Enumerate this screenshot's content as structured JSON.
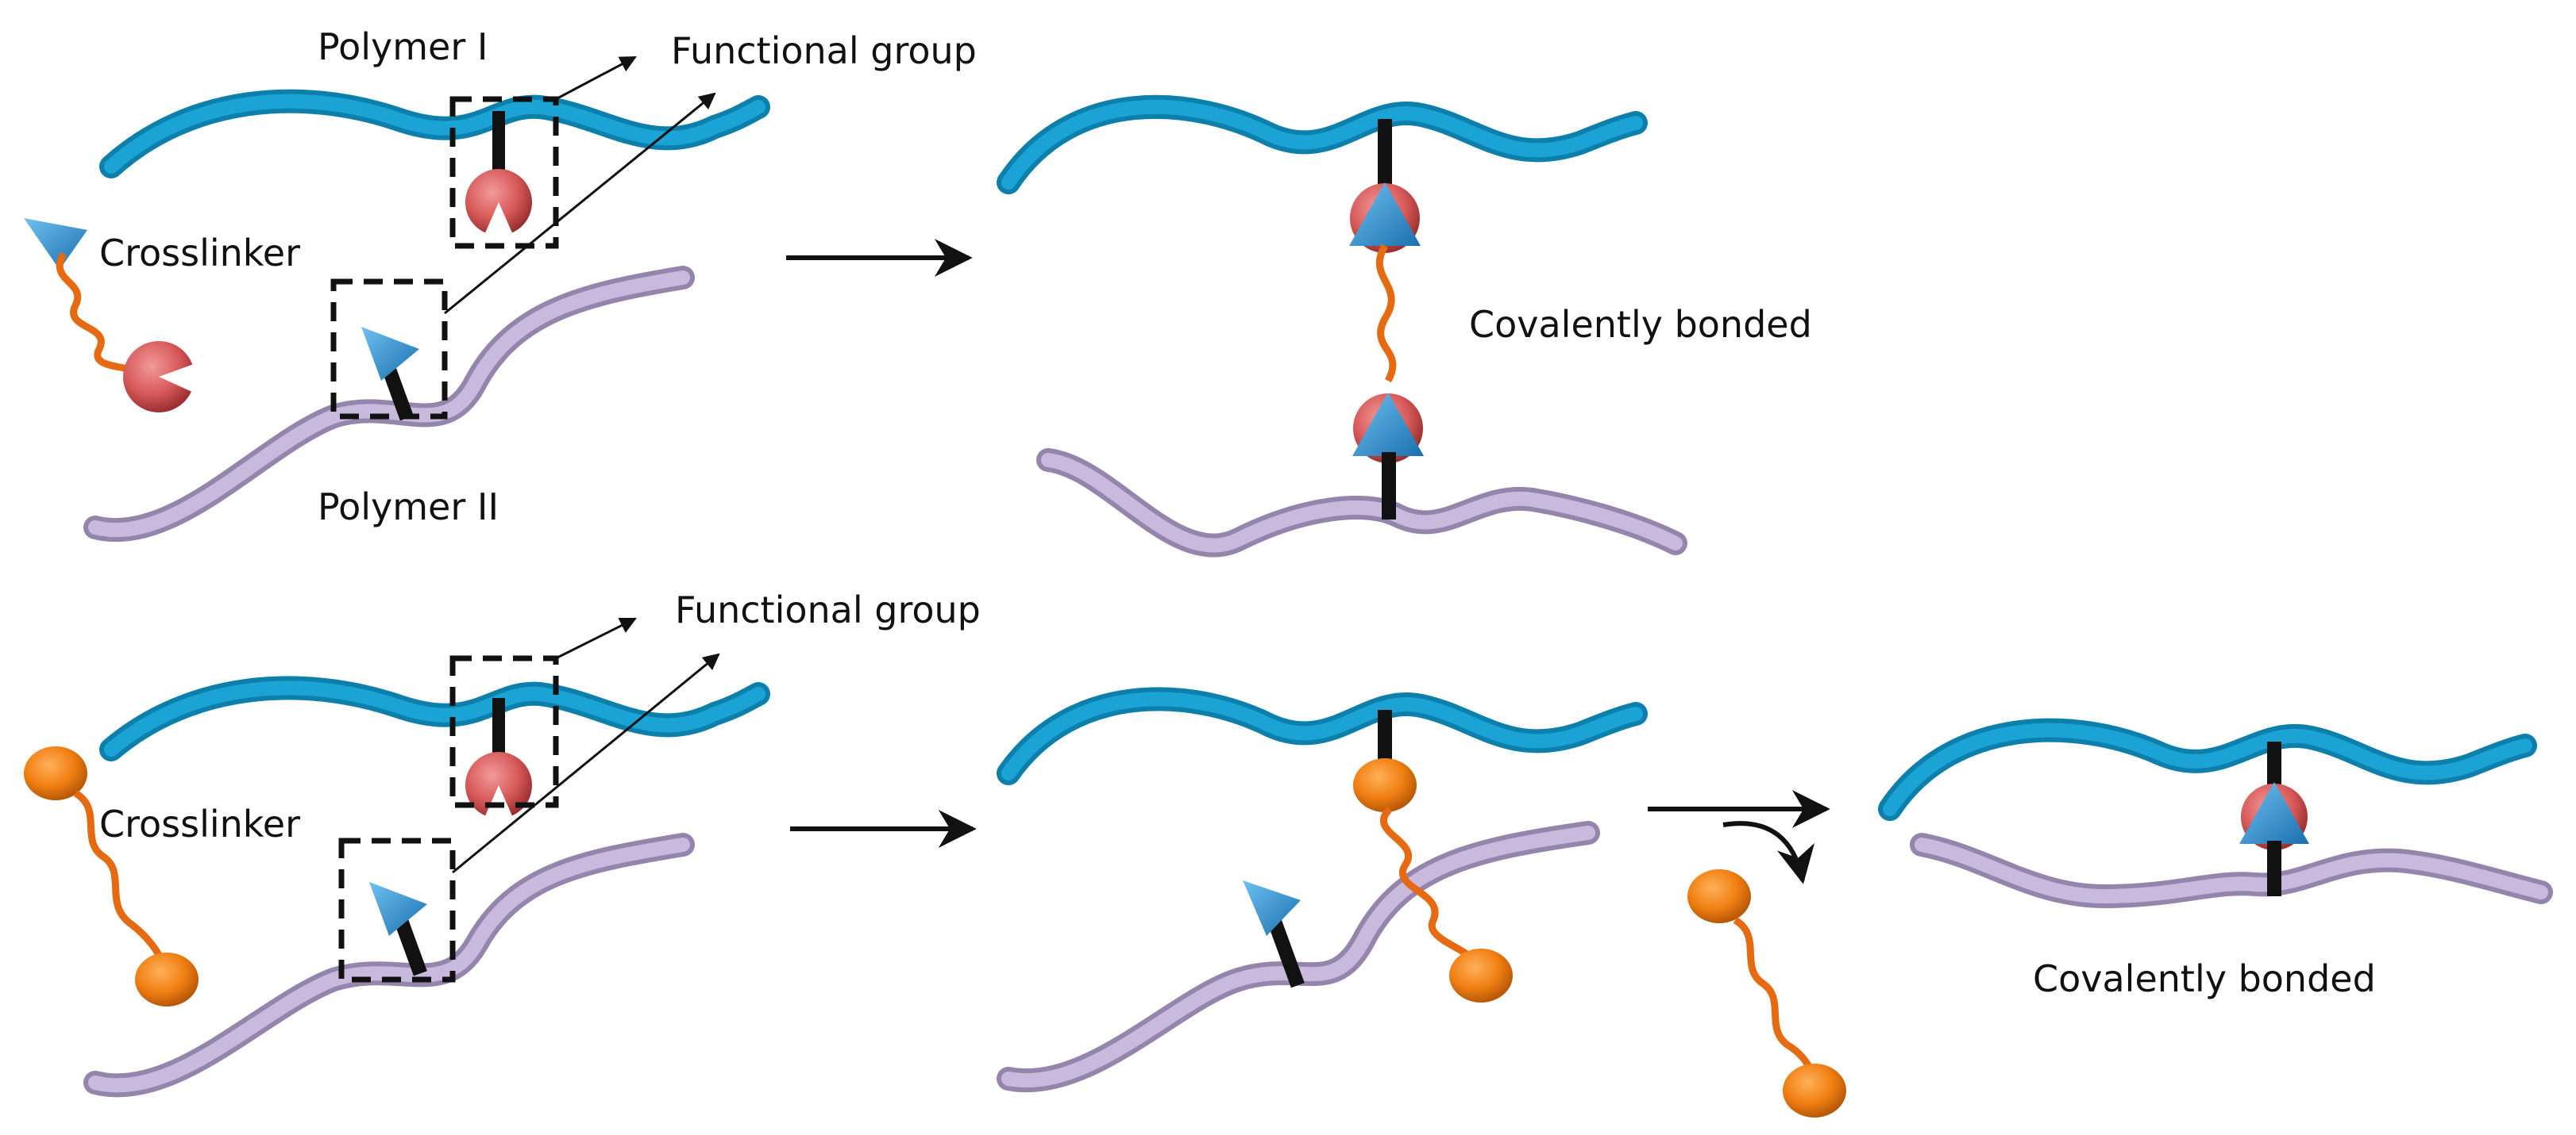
{
  "labels": {
    "polymer_one": "Polymer I",
    "polymer_two": "Polymer II",
    "functional_group_top": "Functional group",
    "functional_group_bottom": "Functional group",
    "crosslinker_top": "Crosslinker",
    "crosslinker_bottom": "Crosslinker",
    "covalently_bonded_top": "Covalently bonded",
    "covalently_bonded_bottom": "Covalently bonded"
  },
  "colors": {
    "polymer_one_strand": "#1aa3d4",
    "polymer_one_strand_dark": "#0c7fab",
    "polymer_two_strand": "#b9a9cf",
    "polymer_two_strand_dark": "#9585ad",
    "receptor_group": "#d85a5a",
    "reactive_group": "#2e8fd1",
    "crosslinker_chain": "#e56a12",
    "crosslinker_end": "#f07f12",
    "bond_stub": "#111111"
  }
}
